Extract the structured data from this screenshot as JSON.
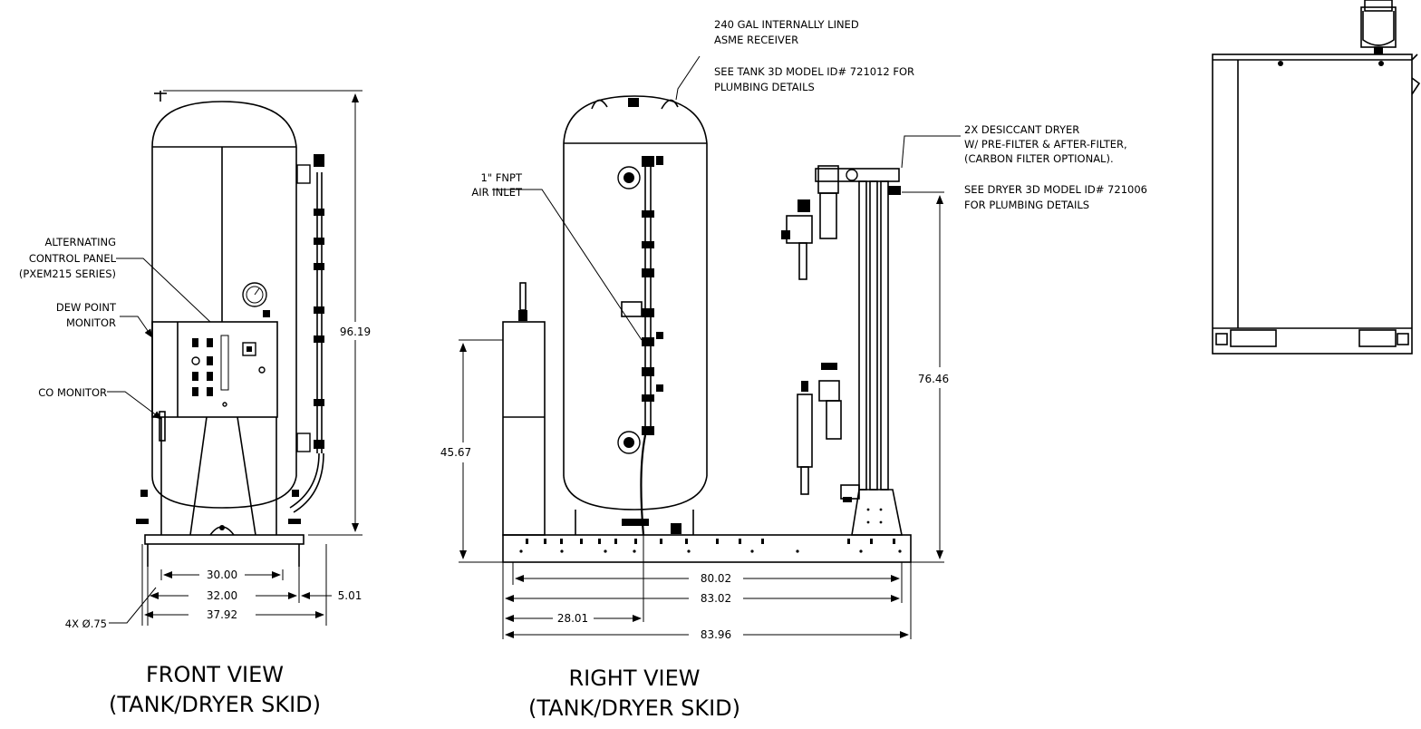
{
  "front_view": {
    "title_line1": "FRONT VIEW",
    "title_line2": "(TANK/DRYER SKID)",
    "callouts": {
      "control_panel": [
        "ALTERNATING",
        "CONTROL PANEL",
        "(PXEM215 SERIES)"
      ],
      "dew_point": [
        "DEW POINT",
        "MONITOR"
      ],
      "co_monitor": "CO MONITOR",
      "holes": "4X Ø.75"
    },
    "dimensions": {
      "height": "96.19",
      "w1": "30.00",
      "w2": "32.00",
      "w3": "37.92",
      "side": "5.01"
    }
  },
  "right_view": {
    "title_line1": "RIGHT VIEW",
    "title_line2": "(TANK/DRYER SKID)",
    "callouts": {
      "receiver": [
        "240 GAL INTERNALLY LINED",
        "ASME RECEIVER"
      ],
      "tank_model": [
        "SEE TANK 3D MODEL ID# 721012 FOR",
        "PLUMBING DETAILS"
      ],
      "air_inlet": [
        "1\" FNPT",
        "AIR INLET"
      ],
      "dryer": [
        "2X DESICCANT DRYER",
        "W/ PRE-FILTER & AFTER-FILTER,",
        "(CARBON FILTER OPTIONAL)."
      ],
      "dryer_model": [
        "SEE DRYER 3D MODEL ID# 721006",
        "FOR PLUMBING DETAILS"
      ]
    },
    "dimensions": {
      "cabinet_height": "45.67",
      "dryer_height": "76.46",
      "w1": "80.02",
      "w2": "83.02",
      "inlet": "28.01",
      "w3": "83.96"
    }
  }
}
